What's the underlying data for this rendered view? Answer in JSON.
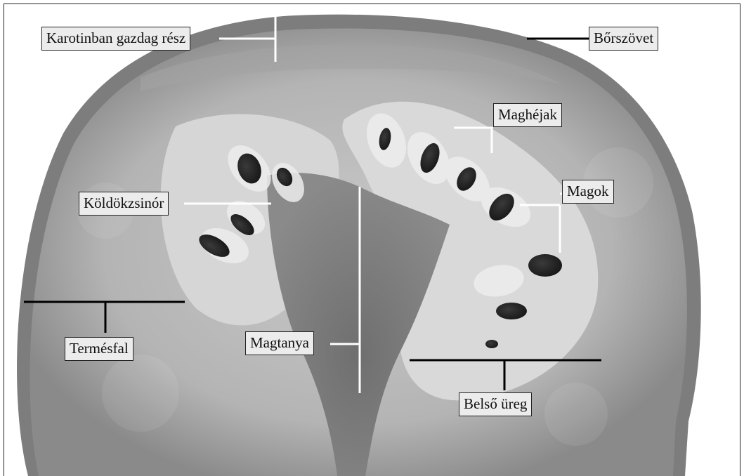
{
  "labels": {
    "karotin": "Karotinban gazdag rész",
    "borszovet": "Bőrszövet",
    "maghejak": "Maghéjak",
    "magok": "Magok",
    "koldokzsinor": "Köldökzsinór",
    "termesfal": "Termésfal",
    "magtanya": "Magtanya",
    "belso_ureg": "Belső üreg"
  }
}
